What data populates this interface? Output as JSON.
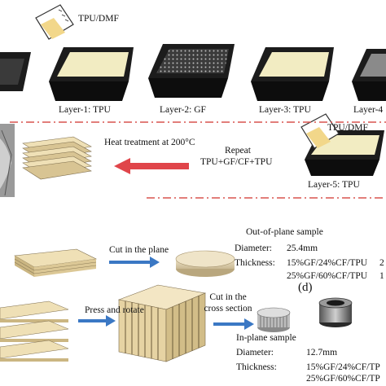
{
  "top_row": {
    "solvent_1": "TPU/DMF",
    "layers": [
      "Layer-1: TPU",
      "Layer-2: GF",
      "Layer-3: TPU",
      "Layer-4"
    ],
    "heat": "Heat treatment at 200°C",
    "repeat_1": "Repeat",
    "repeat_2": "TPU+GF/CF+TPU",
    "solvent_2": "TPU/DMF",
    "layer5": "Layer-5: TPU"
  },
  "bottom": {
    "cut_plane": "Cut in the plane",
    "oop_title": "Out-of-plane sample",
    "oop_diameter_label": "Diameter:",
    "oop_diameter_value": "25.4mm",
    "oop_thickness_label": "Thickness:",
    "oop_thick_1": "15%GF/24%CF/TPU",
    "oop_thick_1_trail": "2",
    "oop_thick_2": "25%GF/60%CF/TPU",
    "oop_thick_2_trail": "1",
    "panel_d": "(d)",
    "press_rotate": "Press and rotate",
    "cut_cross_1": "Cut in the",
    "cut_cross_2": "cross section",
    "ip_title": "In-plane sample",
    "ip_diameter_label": "Diameter:",
    "ip_diameter_value": "12.7mm",
    "ip_thickness_label": "Thickness:",
    "ip_thick_1": "15%GF/24%CF/TP",
    "ip_thick_2": "25%GF/60%CF/TP"
  },
  "colors": {
    "tray": "#1c1c1c",
    "tpu_film": "#f2ecc2",
    "arrow_blue": "#3b78c4",
    "arrow_red": "#e0454a",
    "divider_red": "#d9534f",
    "laminate": "#e6d3a3"
  }
}
